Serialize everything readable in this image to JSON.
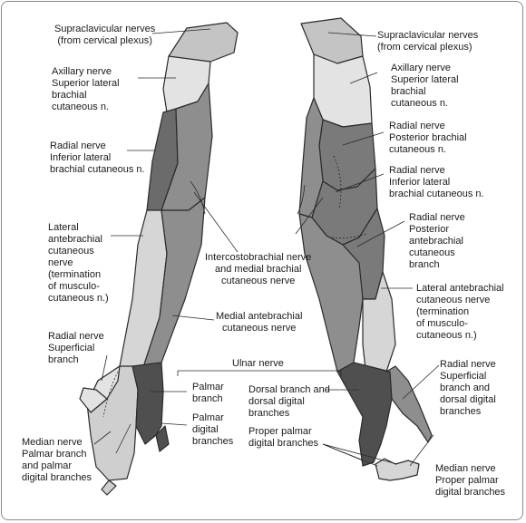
{
  "colors": {
    "supraclavicular": "#c4c4c4",
    "axillary": "#e3e3e3",
    "radial_inferior": "#6b6b6b",
    "lateral_antebrachial": "#d6d6d6",
    "medial_antebrachial": "#8e8e8e",
    "radial_posterior": "#7a7a7a",
    "ulnar": "#4f4f4f",
    "median": "#cfcfcf",
    "outline": "#2b2b2b"
  },
  "labels": {
    "supraclavicular_left": [
      "Supraclavicular nerves",
      "(from cervical plexus)"
    ],
    "supraclavicular_right": [
      "Supraclavicular nerves",
      "(from cervical plexus)"
    ],
    "axillary_left": [
      "Axillary nerve",
      "Superior lateral",
      "brachial",
      "cutaneous n."
    ],
    "axillary_right": [
      "Axillary nerve",
      "Superior lateral",
      "brachial",
      "cutaneous n."
    ],
    "radial_inferior_left": [
      "Radial nerve",
      "Inferior lateral",
      "brachial cutaneous n."
    ],
    "radial_posterior_brachial_right": [
      "Radial nerve",
      "Posterior brachial",
      "cutaneous n."
    ],
    "radial_inferior_right": [
      "Radial nerve",
      "Inferior lateral",
      "brachial cutaneous n."
    ],
    "lateral_antebrachial_left": [
      "Lateral",
      "antebrachial",
      "cutaneous",
      "nerve",
      "(termination",
      "of musculo-",
      "cutaneous n.)"
    ],
    "radial_posterior_antebrachial_right": [
      "Radial nerve",
      "Posterior",
      "antebrachial",
      "cutaneous",
      "branch"
    ],
    "intercostobrachial": [
      "Intercostobrachial nerve",
      "and medial brachial",
      "cutaneous nerve"
    ],
    "lateral_antebrachial_right": [
      "Lateral antebrachial",
      "cutaneous nerve",
      "(termination",
      "of musculo-",
      "cutaneous n.)"
    ],
    "medial_antebrachial": [
      "Medial antebrachial",
      "cutaneous nerve"
    ],
    "radial_superficial_left": [
      "Radial nerve",
      "Superficial",
      "branch"
    ],
    "ulnar_nerve": [
      "Ulnar nerve"
    ],
    "radial_superficial_right": [
      "Radial nerve",
      "Superficial",
      "branch and",
      "dorsal digital",
      "branches"
    ],
    "palmar_branch": [
      "Palmar",
      "branch"
    ],
    "dorsal_branch": [
      "Dorsal branch and",
      "dorsal digital",
      "branches"
    ],
    "palmar_digital": [
      "Palmar",
      "digital",
      "branches"
    ],
    "proper_palmar": [
      "Proper palmar",
      "digital branches"
    ],
    "median_left": [
      "Median nerve",
      "Palmar branch",
      "and palmar",
      "digital branches"
    ],
    "median_right": [
      "Median nerve",
      "Proper palmar",
      "digital branches"
    ]
  }
}
